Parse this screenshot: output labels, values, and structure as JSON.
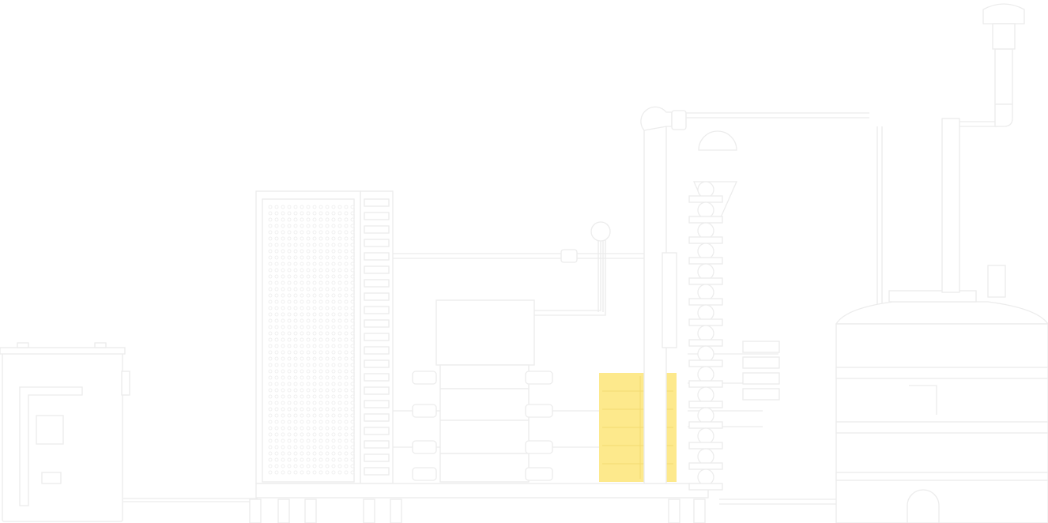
{
  "diagram": {
    "type": "industrial-process-schematic",
    "background_color": "#ffffff",
    "line_color": "#ececec",
    "highlight_color": "#fde98c",
    "components": [
      {
        "name": "small-cabinet-unit",
        "highlighted": false
      },
      {
        "name": "perforated-filter-column",
        "highlighted": false
      },
      {
        "name": "louvered-panel",
        "highlighted": false
      },
      {
        "name": "middle-vessel-stack",
        "highlighted": false
      },
      {
        "name": "highlighted-module",
        "highlighted": true
      },
      {
        "name": "vertical-process-column",
        "highlighted": false
      },
      {
        "name": "large-storage-tank",
        "highlighted": false
      },
      {
        "name": "exhaust-stack",
        "highlighted": false
      }
    ],
    "labels": []
  }
}
